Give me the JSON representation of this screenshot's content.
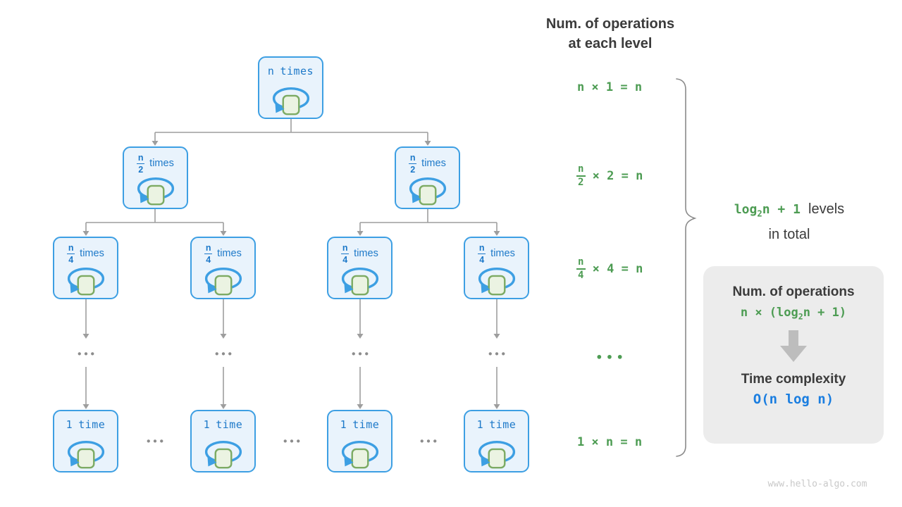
{
  "header": {
    "line1": "Num. of operations",
    "line2": "at each level"
  },
  "tree": {
    "root": {
      "count": "n",
      "word": "times"
    },
    "level2": [
      {
        "num": "n",
        "den": "2",
        "word": "times"
      },
      {
        "num": "n",
        "den": "2",
        "word": "times"
      }
    ],
    "level3": [
      {
        "num": "n",
        "den": "4",
        "word": "times"
      },
      {
        "num": "n",
        "den": "4",
        "word": "times"
      },
      {
        "num": "n",
        "den": "4",
        "word": "times"
      },
      {
        "num": "n",
        "den": "4",
        "word": "times"
      }
    ],
    "bottom": [
      {
        "count": "1",
        "word": "time"
      },
      {
        "count": "1",
        "word": "time"
      },
      {
        "count": "1",
        "word": "time"
      },
      {
        "count": "1",
        "word": "time"
      }
    ],
    "column_dots": "•••",
    "row_dots": "•••"
  },
  "formulas": {
    "rows": [
      {
        "text": "n × 1 = n"
      },
      {
        "num": "n",
        "den": "2",
        "rest": "× 2 = n"
      },
      {
        "num": "n",
        "den": "4",
        "rest": "× 4 = n"
      },
      {
        "dots": "•••"
      },
      {
        "text": "1 × n = n"
      }
    ]
  },
  "levels_label": {
    "log": "log",
    "sub": "2",
    "rest": "n + 1",
    "levels_word": "levels",
    "line2": "in total"
  },
  "summary": {
    "ops_title": "Num. of operations",
    "formula_prefix": "n × (log",
    "formula_sub": "2",
    "formula_suffix": "n + 1)",
    "tc_title": "Time complexity",
    "tc_value": "O(n log n)"
  },
  "watermark": "www.hello-algo.com",
  "colors": {
    "node_border_blue": "#3d9fe3",
    "node_fill": "#e9f3fc",
    "node_text_blue": "#1d79c9",
    "square_green_border": "#7dab64",
    "square_green_fill": "#ebf3e2",
    "formula_green": "#4d9c53",
    "connector_gray": "#9e9e9e",
    "summary_box_bg": "#ececec",
    "complexity_blue": "#1b7ee0",
    "dark_text": "#3b3b3b"
  }
}
